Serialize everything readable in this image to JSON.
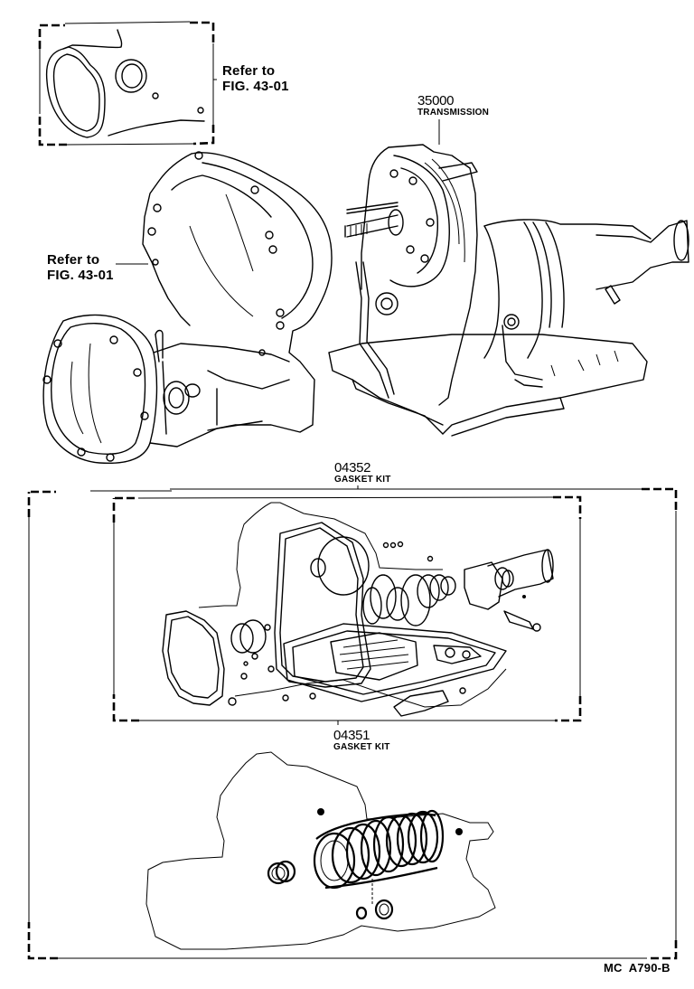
{
  "figure": {
    "code": "MC  A790-B"
  },
  "callouts": {
    "ref_top": {
      "line1": "Refer to",
      "line2": "FIG. 43-01"
    },
    "ref_left": {
      "line1": "Refer to",
      "line2": "FIG. 43-01"
    },
    "transmission": {
      "part_no": "35000",
      "name": "TRANSMISSION"
    },
    "gasket_kit_outer": {
      "part_no": "04352",
      "name": "GASKET KIT"
    },
    "gasket_kit_inner": {
      "part_no": "04351",
      "name": "GASKET KIT"
    }
  },
  "parts": [
    {
      "id": "converter-housing-gasket-set",
      "ref": "FIG. 43-01"
    },
    {
      "id": "converter-housing",
      "ref": "FIG. 43-01"
    },
    {
      "id": "transmission-assembly",
      "part_no": "35000"
    },
    {
      "id": "gasket-kit-outer",
      "part_no": "04352"
    },
    {
      "id": "gasket-kit-inner",
      "part_no": "04351"
    },
    {
      "id": "clutch-pack-overhaul-kit"
    }
  ]
}
